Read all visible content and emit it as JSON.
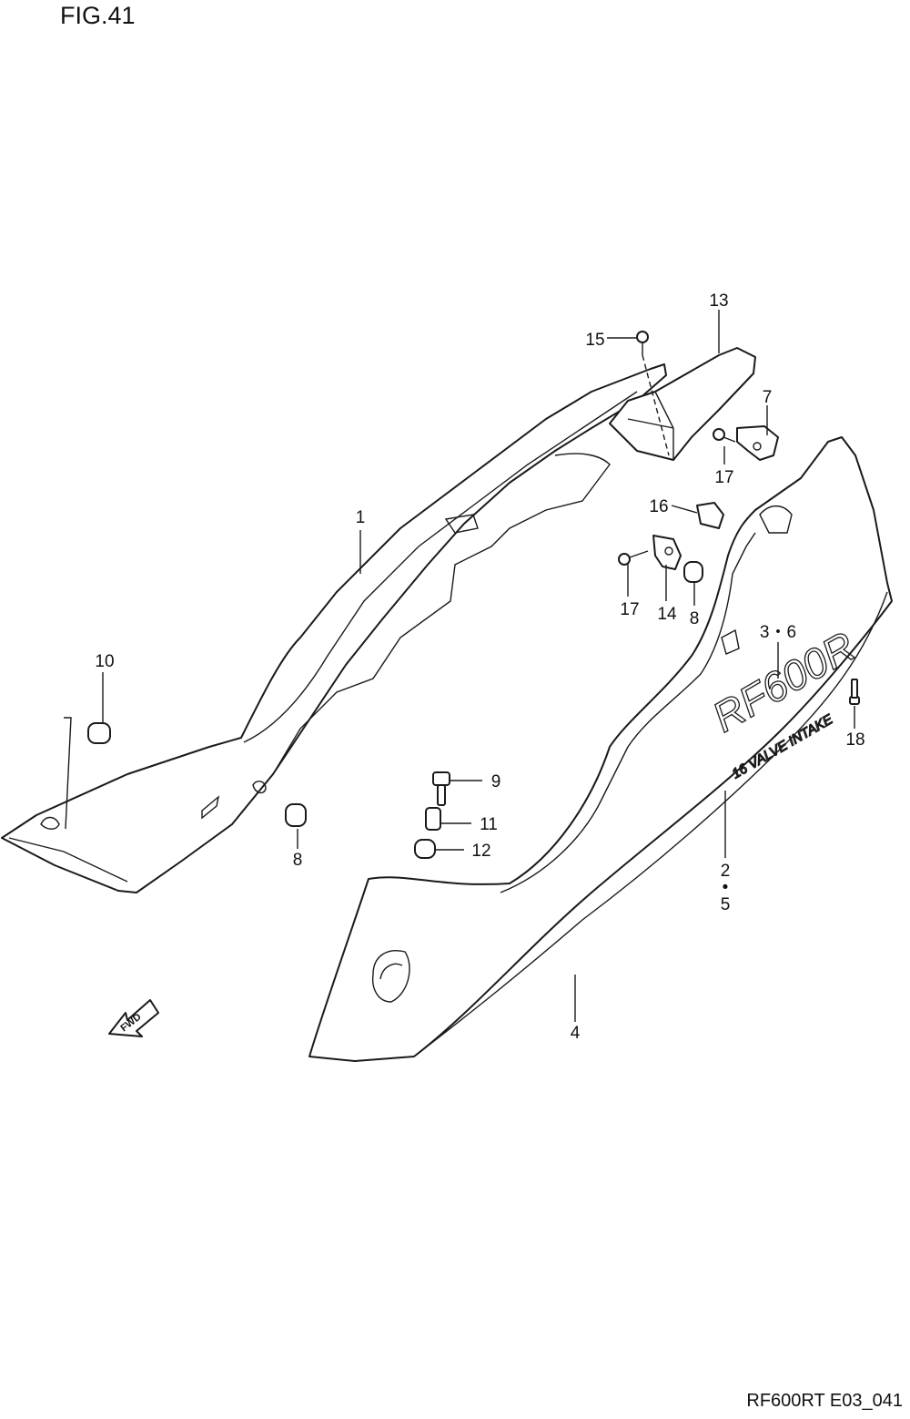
{
  "figure": {
    "title": "FIG.41",
    "document_code": "RF600RT E03_041",
    "fwd_label": "FWD",
    "decal_text": "RF600R",
    "decal_subtext": "16 VALVE INTAKE"
  },
  "callouts": [
    {
      "id": "c1",
      "label": "1"
    },
    {
      "id": "c2",
      "label": "2"
    },
    {
      "id": "c2dot",
      "label": "•"
    },
    {
      "id": "c5",
      "label": "5"
    },
    {
      "id": "c36",
      "label": "3・6"
    },
    {
      "id": "c4",
      "label": "4"
    },
    {
      "id": "c7",
      "label": "7"
    },
    {
      "id": "c8a",
      "label": "8"
    },
    {
      "id": "c8b",
      "label": "8"
    },
    {
      "id": "c9",
      "label": "9"
    },
    {
      "id": "c10",
      "label": "10"
    },
    {
      "id": "c11",
      "label": "11"
    },
    {
      "id": "c12",
      "label": "12"
    },
    {
      "id": "c13",
      "label": "13"
    },
    {
      "id": "c14",
      "label": "14"
    },
    {
      "id": "c15",
      "label": "15"
    },
    {
      "id": "c16",
      "label": "16"
    },
    {
      "id": "c17a",
      "label": "17"
    },
    {
      "id": "c17b",
      "label": "17"
    },
    {
      "id": "c18",
      "label": "18"
    }
  ]
}
